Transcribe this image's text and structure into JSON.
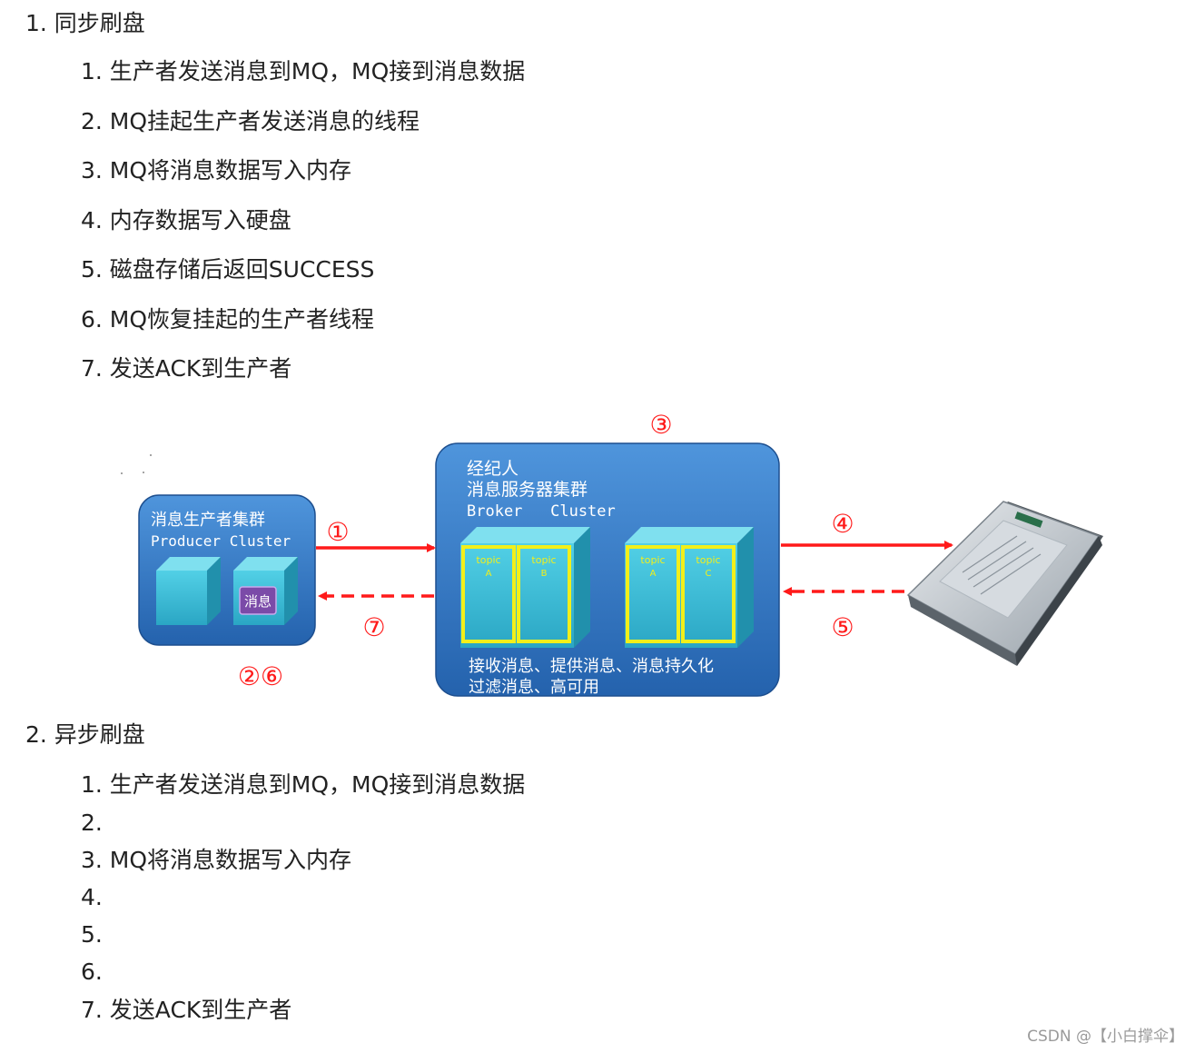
{
  "section1": {
    "heading": "1. 同步刷盘",
    "steps": [
      "1. 生产者发送消息到MQ，MQ接到消息数据",
      "2. MQ挂起生产者发送消息的线程",
      "3. MQ将消息数据写入内存",
      "4. 内存数据写入硬盘",
      "5. 磁盘存储后返回SUCCESS",
      "6. MQ恢复挂起的生产者线程",
      "7. 发送ACK到生产者"
    ]
  },
  "diagram": {
    "producer": {
      "title": "消息生产者集群",
      "subtitle": "Producer Cluster",
      "message_label": "消息"
    },
    "broker": {
      "title": "经纪人",
      "subtitle": "消息服务器集群",
      "name_line": "Broker   Cluster",
      "topics": [
        {
          "label": "topic",
          "letter": "A"
        },
        {
          "label": "topic",
          "letter": "B"
        },
        {
          "label": "topic",
          "letter": "A"
        },
        {
          "label": "topic",
          "letter": "C"
        }
      ],
      "features_line1": "接收消息、提供消息、消息持久化",
      "features_line2": "过滤消息、高可用"
    },
    "markers": {
      "m1": "①",
      "m26": "②⑥",
      "m3": "③",
      "m4": "④",
      "m5": "⑤",
      "m7": "⑦"
    },
    "colors": {
      "panel_blue": "#2f6db8",
      "panel_blue_light": "#4a8fd6",
      "cube_cyan": "#3cc0d8",
      "topic_yellow": "#f2ef1a",
      "arrow_red": "#ff1a1a",
      "message_purple": "#7b4ba8"
    }
  },
  "section2": {
    "heading": "2. 异步刷盘",
    "steps": [
      "1. 生产者发送消息到MQ，MQ接到消息数据",
      "2.",
      "3. MQ将消息数据写入内存",
      "4.",
      "5.",
      "6.",
      "7. 发送ACK到生产者"
    ]
  },
  "watermark": "CSDN @【小白撑伞】"
}
